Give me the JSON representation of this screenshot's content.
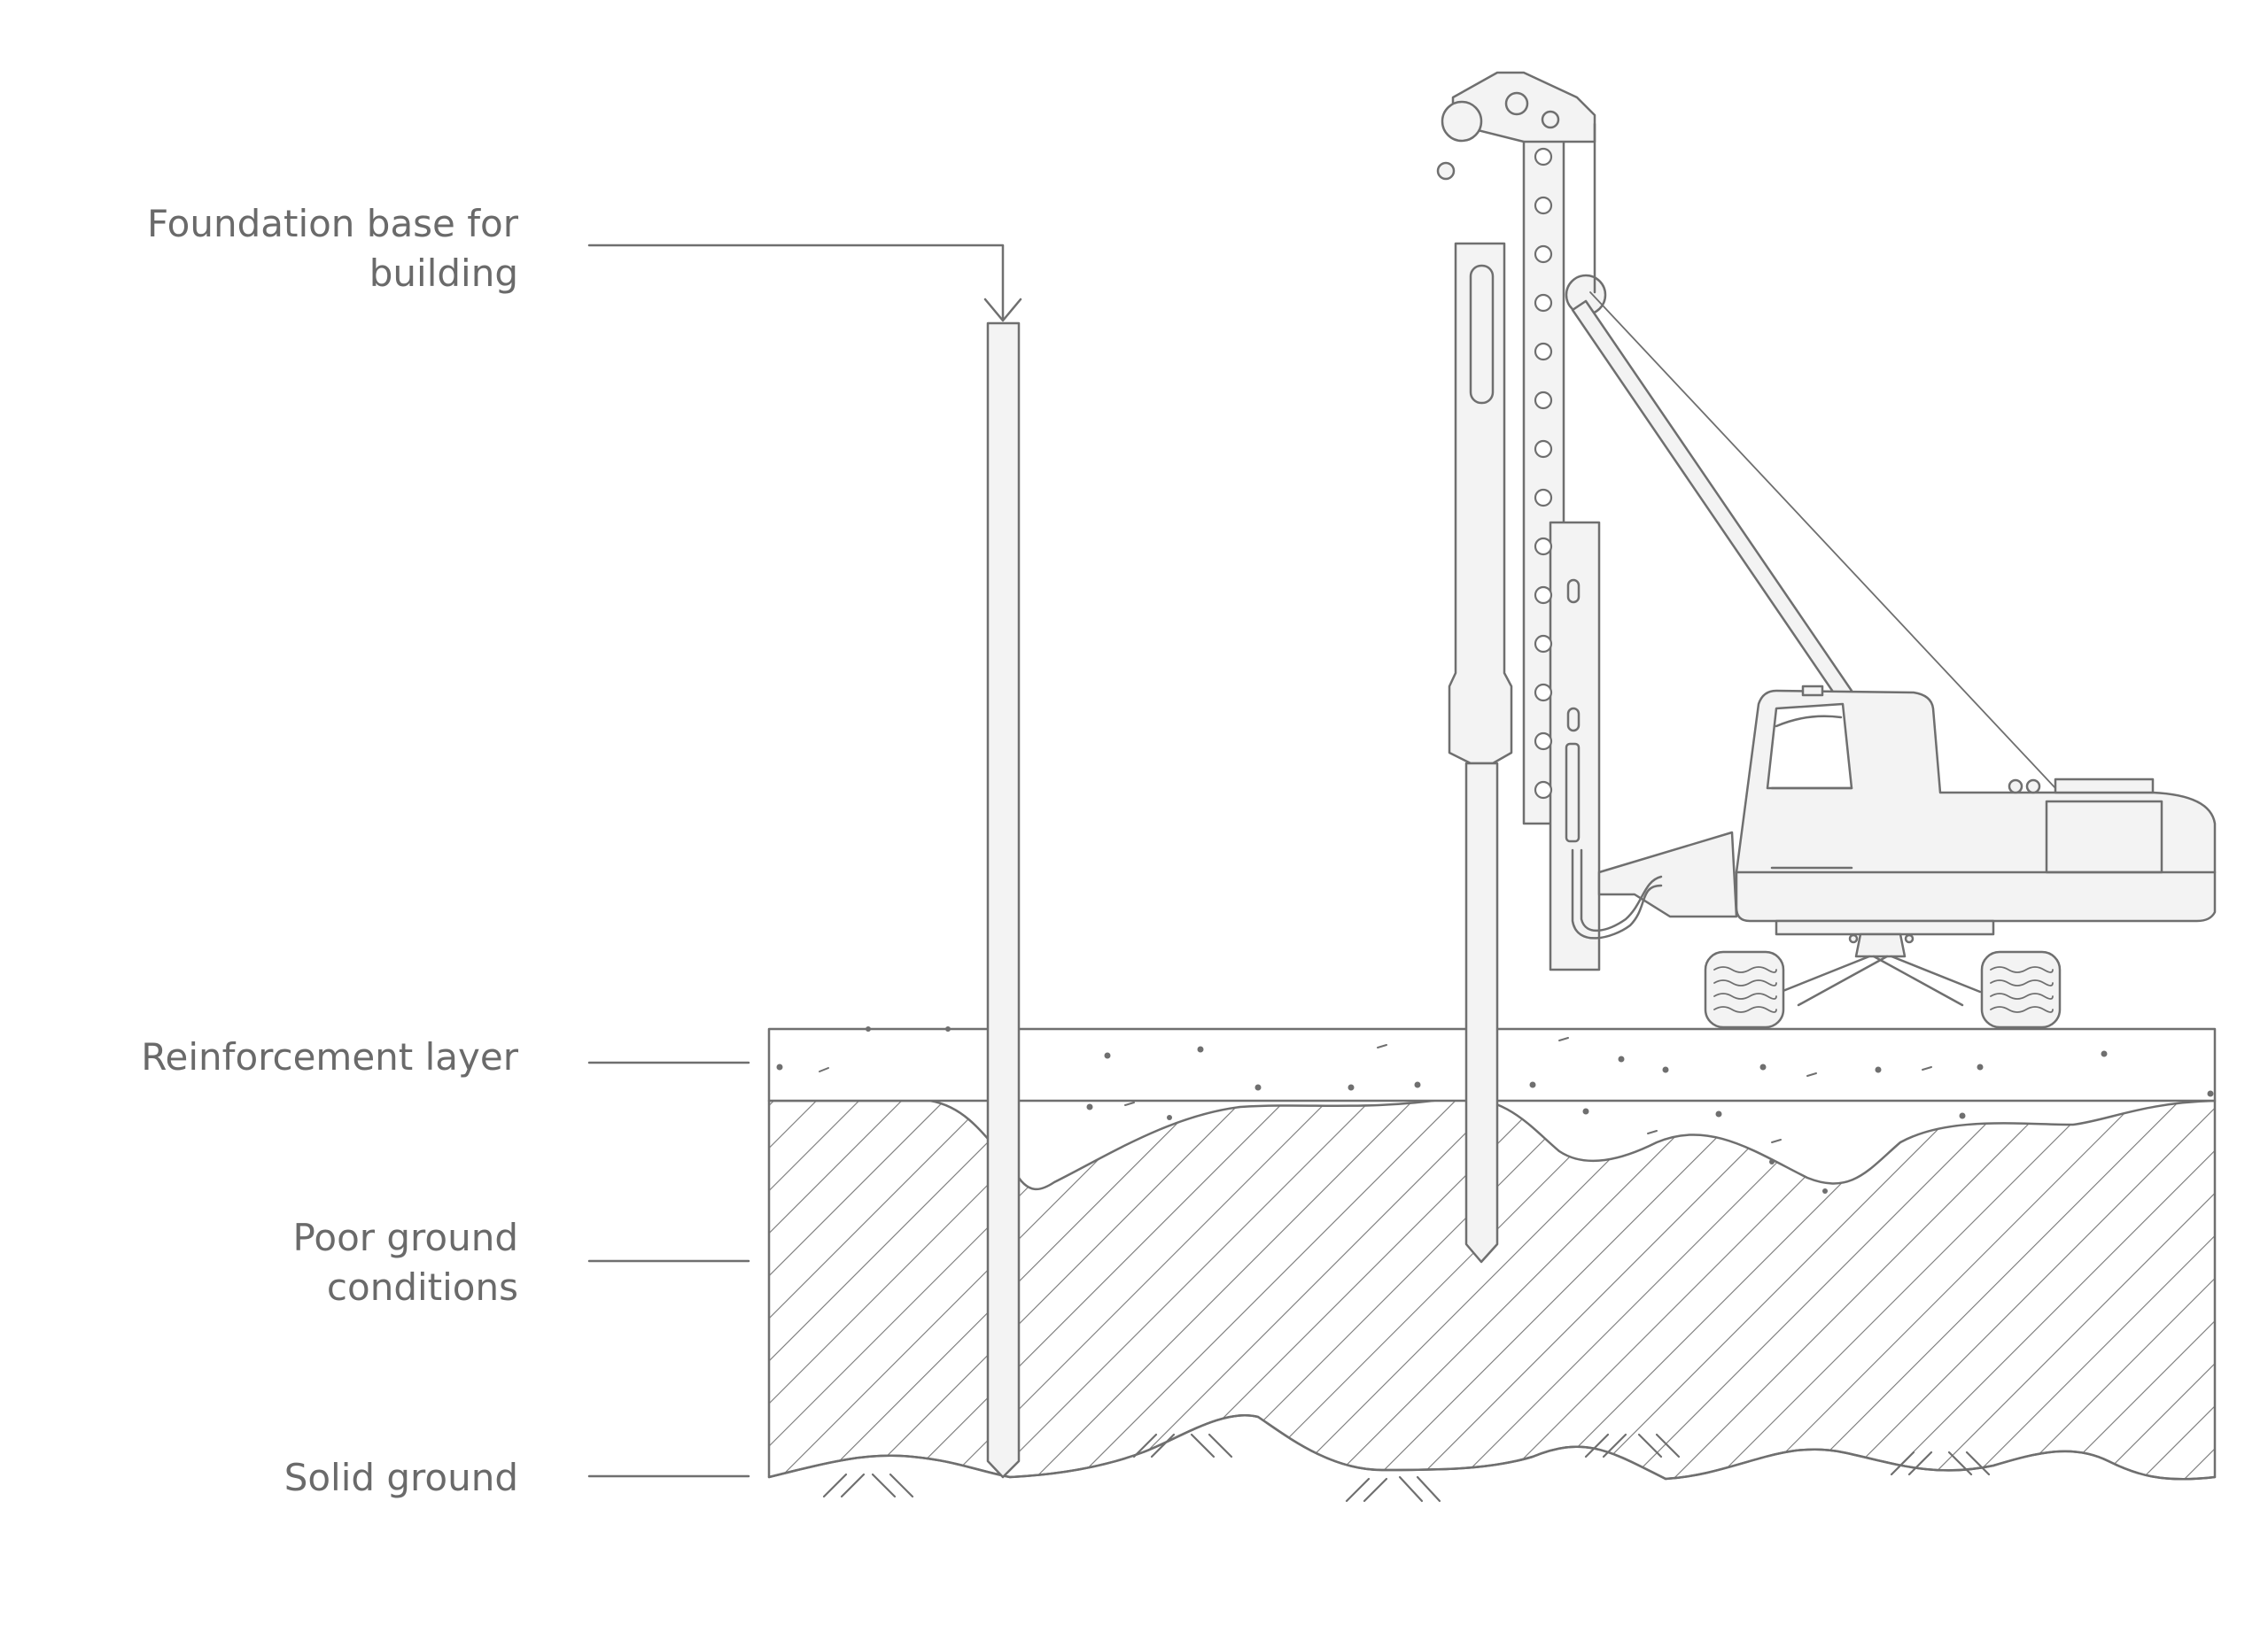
{
  "labels": {
    "foundation": {
      "line1": "Foundation base for",
      "line2": "building"
    },
    "reinforcement": {
      "line1": "Reinforcement layer"
    },
    "poor_ground": {
      "line1": "Poor ground",
      "line2": "conditions"
    },
    "solid_ground": {
      "line1": "Solid ground"
    }
  },
  "colors": {
    "stroke": "#6f6f6f",
    "fill": "#f3f3f3",
    "label": "#6a6a6a",
    "background": "#ffffff"
  }
}
